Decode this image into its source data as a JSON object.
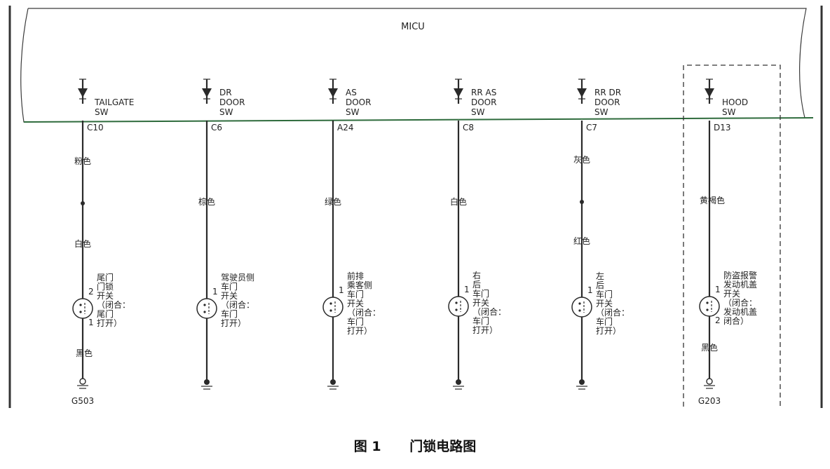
{
  "unit": {
    "name": "MICU"
  },
  "bus_color": "#2e6b3c",
  "switches": [
    {
      "id": "tailgate",
      "label": [
        "TAILGATE",
        "SW"
      ],
      "connector": "C10",
      "wire_top": "粉色",
      "wire_bottom": "白色",
      "ground_wire": "黑色",
      "ground": "G503",
      "pin_top": "2",
      "pin_bottom": "1",
      "desc": [
        "尾门",
        "门锁",
        "开关",
        "（闭合：",
        "尾门",
        "打开）"
      ]
    },
    {
      "id": "dr-door",
      "label": [
        "DR",
        "DOOR",
        "SW"
      ],
      "connector": "C6",
      "wire_top": "棕色",
      "wire_bottom": "",
      "ground_wire": "",
      "ground": "",
      "pin_top": "1",
      "pin_bottom": "",
      "desc": [
        "驾驶员侧",
        "车门",
        "开关",
        "（闭合：",
        "车门",
        "打开）"
      ]
    },
    {
      "id": "as-door",
      "label": [
        "AS",
        "DOOR",
        "SW"
      ],
      "connector": "A24",
      "wire_top": "绿色",
      "wire_bottom": "",
      "ground_wire": "",
      "ground": "",
      "pin_top": "1",
      "pin_bottom": "",
      "desc": [
        "前排",
        "乘客侧",
        "车门",
        "开关",
        "（闭合：",
        "车门",
        "打开）"
      ]
    },
    {
      "id": "rr-as-door",
      "label": [
        "RR AS",
        "DOOR",
        "SW"
      ],
      "connector": "C8",
      "wire_top": "白色",
      "wire_bottom": "",
      "ground_wire": "",
      "ground": "",
      "pin_top": "1",
      "pin_bottom": "",
      "desc": [
        "右",
        "后",
        "车门",
        "开关",
        "（闭合：",
        "车门",
        "打开）"
      ]
    },
    {
      "id": "rr-dr-door",
      "label": [
        "RR DR",
        "DOOR",
        "SW"
      ],
      "connector": "C7",
      "wire_top": "灰色",
      "wire_bottom": "红色",
      "ground_wire": "",
      "ground": "",
      "pin_top": "1",
      "pin_bottom": "",
      "desc": [
        "左",
        "后",
        "车门",
        "开关",
        "（闭合：",
        "车门",
        "打开）"
      ]
    },
    {
      "id": "hood",
      "label": [
        "HOOD",
        "SW"
      ],
      "connector": "D13",
      "wire_top": "黄褐色",
      "wire_bottom": "",
      "ground_wire": "黑色",
      "ground": "G203",
      "pin_top": "1",
      "pin_bottom": "2",
      "desc": [
        "防盗报警",
        "发动机盖",
        "开关",
        "（闭合：",
        "发动机盖",
        "闭合）"
      ]
    }
  ],
  "caption": {
    "figure": "图 1",
    "title": "门锁电路图"
  }
}
